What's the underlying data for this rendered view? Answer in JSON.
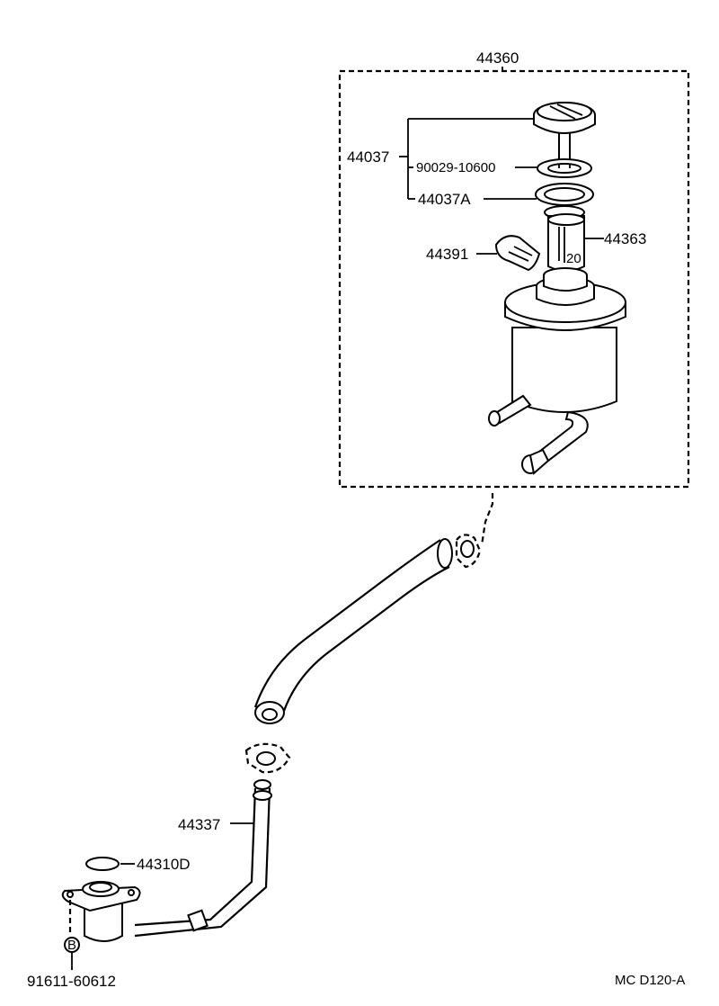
{
  "labels": {
    "assembly": "44360",
    "cap_group": "44037",
    "gasket": "90029-10600",
    "seal": "44037A",
    "strainer": "44363",
    "label_tag": "44391",
    "tube": "44337",
    "oring": "44310D",
    "bolt_marker": "B",
    "bolt": "91611-60612",
    "diagram_code": "MC D120-A"
  }
}
